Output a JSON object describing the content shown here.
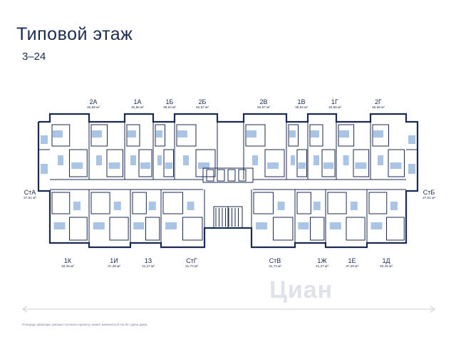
{
  "page": {
    "title": "Типовой этаж",
    "floors": "3–24",
    "footnote": "Площадь квартиры указана согласно проекту, может измениться после сдачи дома.",
    "watermark": "Циан"
  },
  "apartments_top": [
    {
      "id": "2А",
      "area": "46,68 м²"
    },
    {
      "id": "1А",
      "area": "40,86 м²"
    },
    {
      "id": "1Б",
      "area": "39,94 м²"
    },
    {
      "id": "2Б",
      "area": "60,87 м²"
    },
    {
      "id": "2В",
      "area": "60,87 м²"
    },
    {
      "id": "1В",
      "area": "39,94 м²"
    },
    {
      "id": "1Г",
      "area": "40,86 м²"
    },
    {
      "id": "2Г",
      "area": "46,68 м²"
    }
  ],
  "apartments_side": [
    {
      "id": "СтА",
      "area": "27,61 м²"
    },
    {
      "id": "СтБ",
      "area": "27,61 м²"
    }
  ],
  "apartments_bottom": [
    {
      "id": "1К",
      "area": "40,45 м²"
    },
    {
      "id": "1И",
      "area": "37,28 м²"
    },
    {
      "id": "1З",
      "area": "41,27 м²"
    },
    {
      "id": "СтГ",
      "area": "31,73 м²"
    },
    {
      "id": "СтВ",
      "area": "31,73 м²"
    },
    {
      "id": "1Ж",
      "area": "41,27 м²"
    },
    {
      "id": "1Е",
      "area": "37,28 м²"
    },
    {
      "id": "1Д",
      "area": "40,45 м²"
    }
  ],
  "colors": {
    "wall": "#1b2a52",
    "furniture": "#a9c4e4",
    "accent": "#3d5a99"
  }
}
